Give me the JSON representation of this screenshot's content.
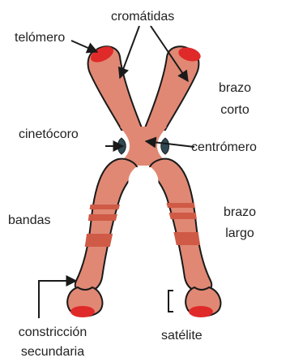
{
  "labels": {
    "cromatidas": "cromátidas",
    "telomero": "telómero",
    "brazo_corto_1": "brazo",
    "brazo_corto_2": "corto",
    "cinetocoro": "cinetócoro",
    "centromero": "centrómero",
    "bandas": "bandas",
    "brazo_largo_1": "brazo",
    "brazo_largo_2": "largo",
    "constriccion_1": "constricción",
    "constriccion_2": "secundaria",
    "satelite": "satélite"
  },
  "colors": {
    "chromosome_fill": "#e08874",
    "chromosome_outline": "#1a1a1a",
    "band": "#cf5a46",
    "telomere_cap": "#e02a2a",
    "kinetochore": "#2f4a55",
    "text": "#222222"
  }
}
